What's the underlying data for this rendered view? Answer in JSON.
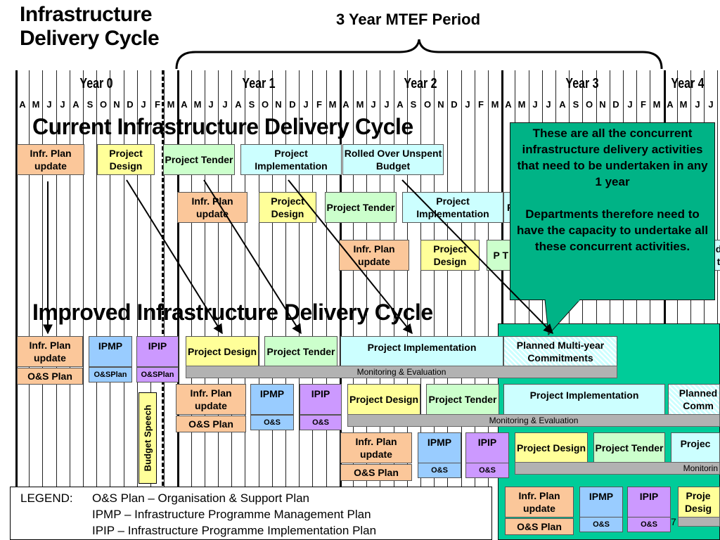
{
  "title": {
    "line1": "Infrastructure",
    "line2": "Delivery Cycle"
  },
  "period_label": "3 Year MTEF Period",
  "years": [
    "Year 0",
    "Year 1",
    "Year 2",
    "Year 3",
    "Year 4"
  ],
  "months": [
    "A",
    "M",
    "J",
    "J",
    "A",
    "S",
    "O",
    "N",
    "D",
    "J",
    "F",
    "M"
  ],
  "sections": {
    "current": "Current Infrastructure Delivery Cycle",
    "improved": "Improved Infrastructure Delivery Cycle"
  },
  "current_rows": [
    [
      "Infr. Plan update",
      "Project Design",
      "Project Tender",
      "Project Implementation",
      "Rolled Over Unspent Budget"
    ],
    [
      "Infr. Plan update",
      "Project Design",
      "Project Tender",
      "Project Implementation",
      "R"
    ],
    [
      "Infr. Plan update",
      "Project Design",
      "P T",
      "d t"
    ]
  ],
  "callout": {
    "p1": "These are all the concurrent infrastructure delivery activities that need to be undertaken in any 1 year",
    "p2": "Departments therefore need to have the capacity to undertake all these concurrent activities."
  },
  "improved_rows": [
    {
      "infr": "Infr. Plan update",
      "os": "O&S Plan",
      "ipmp": "IPMP",
      "ipmp_sub": "O&SPlan",
      "ipip": "IPIP",
      "ipip_sub": "O&SPlan",
      "design": "Project Design",
      "tender": "Project Tender",
      "impl": "Project Implementation",
      "planned": "Planned Multi-year Commitments",
      "me": "Monitoring & Evaluation"
    },
    {
      "infr": "Infr. Plan update",
      "os": "O&S Plan",
      "ipmp": "IPMP",
      "ipmp_sub": "O&S",
      "ipip": "IPIP",
      "ipip_sub": "O&S",
      "design": "Project Design",
      "tender": "Project Tender",
      "impl": "Project Implementation",
      "planned": "Planned Comm",
      "me": "Monitoring & Evaluation"
    },
    {
      "infr": "Infr. Plan update",
      "os": "O&S Plan",
      "ipmp": "IPMP",
      "ipmp_sub": "O&S",
      "ipip": "IPIP",
      "ipip_sub": "O&S",
      "design": "Project Design",
      "tender": "Project Tender",
      "impl": "Projec",
      "me": "Monitorin"
    },
    {
      "infr": "Infr. Plan update",
      "os": "O&S Plan",
      "ipmp": "IPMP",
      "ipmp_sub": "O&S",
      "ipip": "IPIP",
      "ipip_sub": "O&S",
      "design": "Proje Desig",
      "num": "7"
    }
  ],
  "budget_speech": "Budget Speech",
  "legend": {
    "label": "LEGEND:",
    "line1": "O&S Plan – Organisation & Support Plan",
    "line2": "IPMP – Infrastructure Programme Management Plan",
    "line3": "IPIP – Infrastructure Programme Implementation Plan"
  },
  "colors": {
    "teal": "#00CC99",
    "orange": "#FBC79A",
    "yellow": "#FFFF99",
    "green": "#CCFFCC",
    "cyan": "#CCFFFF",
    "blue": "#99CCFF",
    "purple": "#CC99FF"
  }
}
